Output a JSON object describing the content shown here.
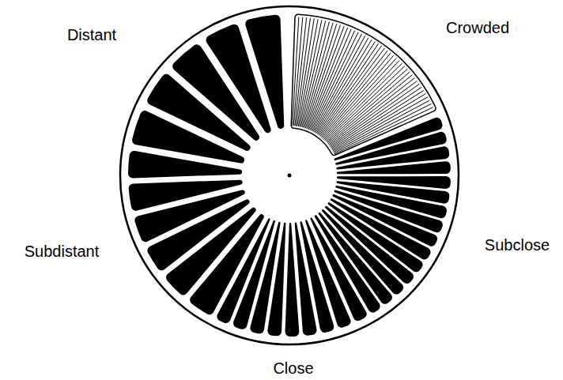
{
  "diagram": {
    "labels": [
      "Distant",
      "Crowded",
      "Subdistant",
      "Subclose",
      "Close"
    ]
  }
}
